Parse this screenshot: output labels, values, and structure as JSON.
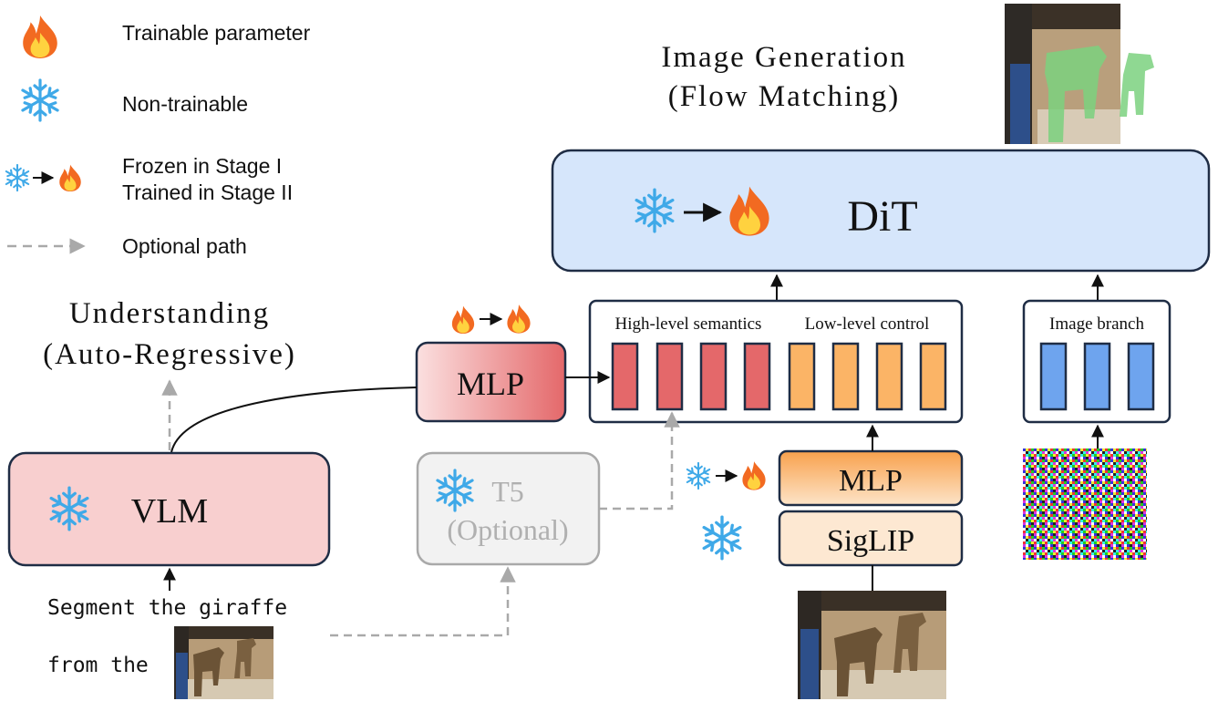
{
  "legend": {
    "trainable": "Trainable parameter",
    "non_trainable": "Non-trainable",
    "frozen_line1": "Frozen in Stage I",
    "frozen_line2": "Trained in Stage II",
    "optional": "Optional path"
  },
  "image_generation": {
    "line1": "Image Generation",
    "line2": "(Flow Matching)"
  },
  "understanding": {
    "line1": "Understanding",
    "line2": "(Auto-Regressive)"
  },
  "dit": {
    "label": "DiT"
  },
  "mlp_main": {
    "label": "MLP"
  },
  "features": {
    "high_level": "High-level semantics",
    "low_level": "Low-level control"
  },
  "image_branch": {
    "label": "Image branch"
  },
  "vlm": {
    "label": "VLM"
  },
  "t5": {
    "line1": "T5",
    "line2": "(Optional)"
  },
  "mlp_small": {
    "label": "MLP"
  },
  "siglip": {
    "label": "SigLIP"
  },
  "prompt": {
    "line1": "Segment the giraffe",
    "line2": "from the"
  },
  "colors": {
    "dark_border": "#1f2d45",
    "dit_fill": "#d6e6fb",
    "vlm_fill": "#f8cfcf",
    "high_bar": "#e4686a",
    "low_bar": "#fbb466",
    "branch_bar": "#6ea4ee",
    "optional_gray": "#a9a9a9",
    "flame_orange": "#f26a21",
    "snow_blue": "#3fa9e8"
  },
  "icons": [
    "flame-icon",
    "snowflake-icon",
    "arrow-icon",
    "giraffe-photo",
    "noise-image",
    "segmented-photo"
  ]
}
